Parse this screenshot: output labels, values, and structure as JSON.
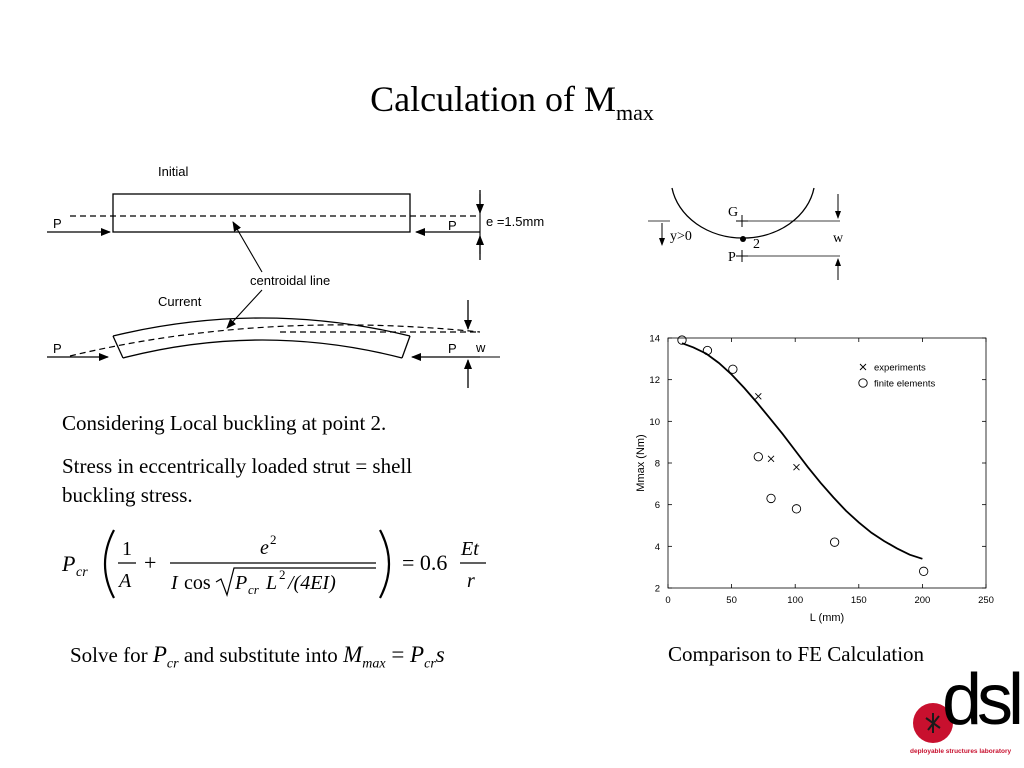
{
  "slide": {
    "title_main": "Calculation of M",
    "title_sub": "max"
  },
  "strut_diagram": {
    "label_initial": "Initial",
    "label_current": "Current",
    "label_p": "P",
    "label_e": "e =1.5mm",
    "label_centroidal": "centroidal line",
    "label_w": "w"
  },
  "section_diagram": {
    "label_g": "G",
    "label_y": "y>0",
    "label_point": "2",
    "label_p": "P",
    "label_w": "w"
  },
  "text": {
    "line1": "Considering Local buckling at point 2.",
    "line2a": "Stress in eccentrically loaded strut = shell",
    "line2b": "buckling stress.",
    "solve_for": "Solve for",
    "substitute": "and substitute into",
    "caption": "Comparison to FE Calculation"
  },
  "equation": {
    "lhs": "P",
    "lhs_sub": "cr",
    "one": "1",
    "a": "A",
    "plus": "+",
    "e2_e": "e",
    "e2_exp": "2",
    "den_i": "I",
    "den_cos": "cos",
    "rad_p": "P",
    "rad_p_sub": "cr",
    "rad_l": "L",
    "rad_l_exp": "2",
    "rad_rest": "/(4EI)",
    "equals_coef": "= 0.6",
    "et": "Et",
    "r": "r",
    "pcr_inline_p": "P",
    "pcr_inline_sub": "cr",
    "mmax_m": "M",
    "mmax_sub": "max",
    "mmax_eq": "=",
    "mmax_p": "P",
    "mmax_p_sub": "cr",
    "mmax_s": "s"
  },
  "chart_data": {
    "type": "scatter",
    "xlabel": "L (mm)",
    "ylabel": "Mmax (Nm)",
    "xlim": [
      0,
      250
    ],
    "ylim": [
      2,
      14
    ],
    "xticks": [
      0,
      50,
      100,
      150,
      200,
      250
    ],
    "yticks": [
      2,
      4,
      6,
      8,
      10,
      12,
      14
    ],
    "legend_position": "top-right",
    "grid": false,
    "series": [
      {
        "name": "experiments",
        "marker": "x",
        "x": [
          71,
          81,
          101
        ],
        "y": [
          11.2,
          8.2,
          7.8
        ]
      },
      {
        "name": "finite elements",
        "marker": "o",
        "x": [
          11,
          31,
          51,
          71,
          81,
          101,
          131,
          201
        ],
        "y": [
          13.9,
          13.4,
          12.5,
          8.3,
          6.3,
          5.8,
          4.2,
          2.8
        ]
      },
      {
        "name": "",
        "marker": "line",
        "x": [
          11,
          20,
          30,
          40,
          50,
          60,
          70,
          80,
          90,
          100,
          110,
          120,
          130,
          140,
          150,
          160,
          170,
          180,
          190,
          200
        ],
        "y": [
          13.75,
          13.55,
          13.25,
          12.8,
          12.25,
          11.6,
          10.9,
          10.15,
          9.4,
          8.6,
          7.8,
          7.05,
          6.35,
          5.7,
          5.15,
          4.65,
          4.25,
          3.9,
          3.6,
          3.4
        ]
      }
    ]
  },
  "logo": {
    "text": "dsl",
    "caption": "deployable structures laboratory",
    "accent": "#c8102e"
  }
}
